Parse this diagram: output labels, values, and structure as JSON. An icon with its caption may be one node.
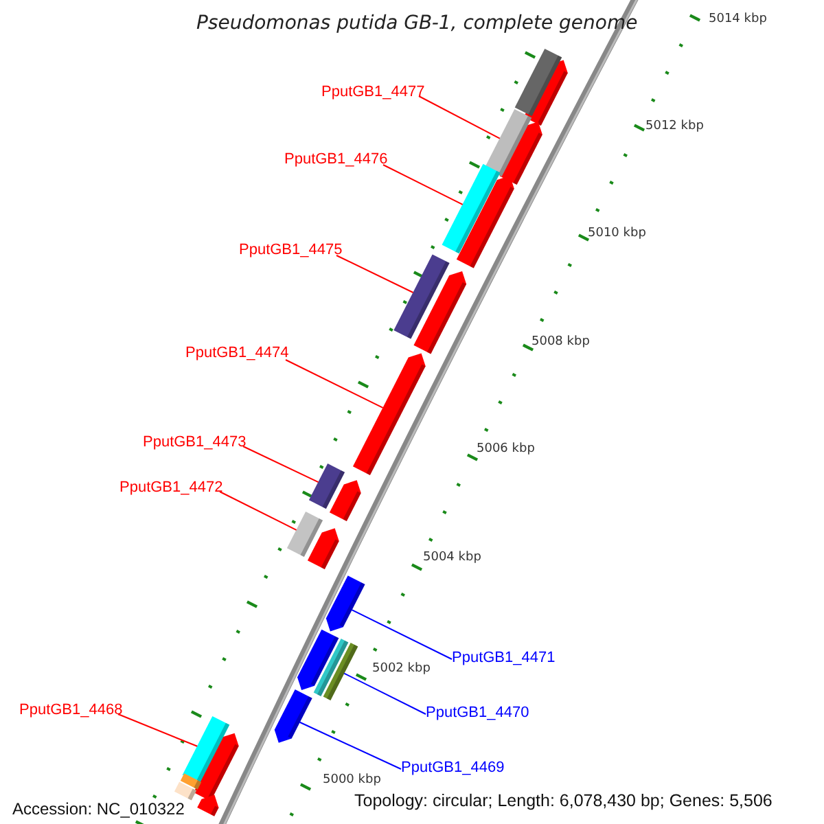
{
  "diagram": {
    "title": "Pseudomonas putida GB-1, complete genome",
    "nodes": [
      {
        "text": [
          "PputGB1_4477"
        ]
      },
      {
        "text": [
          "PputGB1_4476"
        ]
      },
      {
        "text": [
          "PputGB1_4475"
        ]
      },
      {
        "text": [
          "PputGB1_4474"
        ]
      },
      {
        "text": [
          "PputGB1_4473"
        ]
      },
      {
        "text": [
          "PputGB1_4472"
        ]
      },
      {
        "text": [
          "PputGB1_4471"
        ]
      },
      {
        "text": [
          "PputGB1_4470"
        ]
      },
      {
        "text": [
          "PputGB1_4469"
        ]
      },
      {
        "text": [
          "PputGB1_4468"
        ]
      },
      {
        "text": [],
        "shape": "bar"
      },
      {
        "text": [],
        "shape": "bar"
      },
      {
        "text": [],
        "shape": "bar"
      },
      {
        "text": [],
        "shape": "bar"
      },
      {
        "text": [],
        "shape": "bar"
      },
      {
        "text": [],
        "shape": "bar"
      },
      {
        "text": [],
        "shape": "bar"
      },
      {
        "text": [],
        "shape": "bar"
      },
      {
        "text": [],
        "shape": "bar"
      },
      {
        "text": [],
        "shape": "bar"
      },
      {
        "text": [],
        "shape": "bar"
      },
      {
        "text": [],
        "shape": "bar"
      },
      {
        "text": [],
        "shape": "bar"
      },
      {
        "text": [],
        "shape": "bar"
      },
      {
        "text": [],
        "shape": "bar"
      },
      {
        "text": [],
        "shape": "bar"
      },
      {
        "text": [],
        "shape": "bar"
      },
      {
        "text": [],
        "shape": "bar"
      },
      {
        "text": [],
        "shape": "bar"
      },
      {
        "text": [],
        "shape": "bar"
      },
      {
        "text": [],
        "shape": "bar"
      },
      {
        "text": [],
        "shape": "bar"
      },
      {
        "text": [],
        "shape": "bar"
      }
    ],
    "edges": [
      {
        "from": 0,
        "to": 10,
        "arrow": "none"
      },
      {
        "from": 1,
        "to": 11,
        "arrow": "none"
      },
      {
        "from": 2,
        "to": 12,
        "arrow": "none"
      },
      {
        "from": 3,
        "to": 13,
        "arrow": "none"
      },
      {
        "from": 4,
        "to": 14,
        "arrow": "none"
      },
      {
        "from": 5,
        "to": 15,
        "arrow": "none"
      },
      {
        "from": 6,
        "to": 16,
        "arrow": "none",
        "color": "#0000ff"
      },
      {
        "from": 7,
        "to": 17,
        "arrow": "none",
        "color": "#0000ff"
      },
      {
        "from": 8,
        "to": 18,
        "arrow": "none",
        "color": "#0000ff"
      },
      {
        "from": 9,
        "to": 19,
        "arrow": "none"
      }
    ],
    "labels": [
      "5014 kbp",
      "5012 kbp",
      "5010 kbp",
      "5008 kbp",
      "5006 kbp",
      "5004 kbp",
      "5002 kbp",
      "5000 kbp",
      "Accession: NC_010322",
      "Topology: circular; Length: 6,078,430 bp; Genes: 5,506"
    ]
  }
}
